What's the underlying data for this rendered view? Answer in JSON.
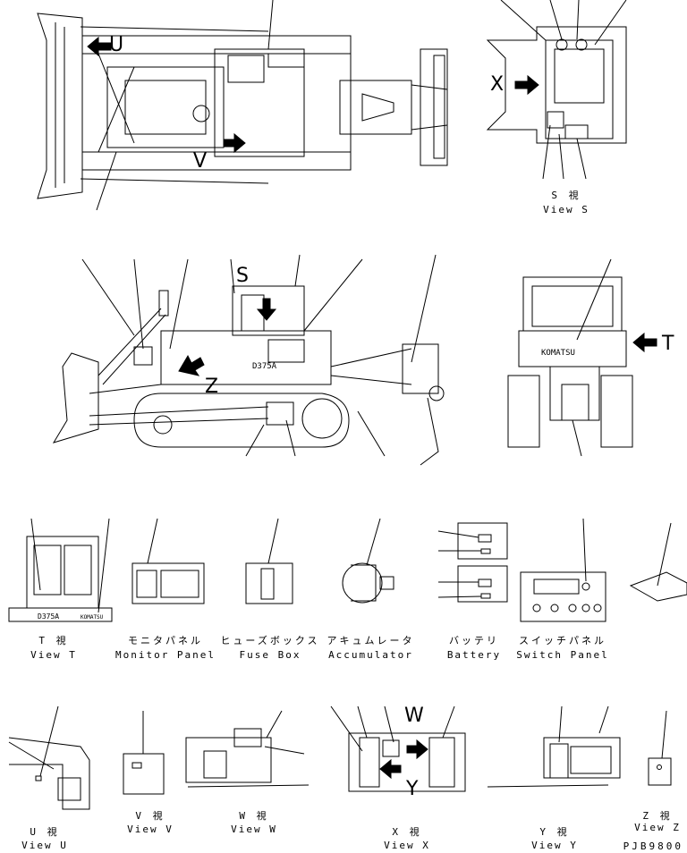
{
  "views": {
    "s": {
      "jp": "S 視",
      "en": "View S"
    },
    "t": {
      "jp": "T 視",
      "en": "View T"
    },
    "u": {
      "jp": "U 視",
      "en": "View U"
    },
    "v": {
      "jp": "V 視",
      "en": "View V"
    },
    "w": {
      "jp": "W 視",
      "en": "View W"
    },
    "x": {
      "jp": "X 視",
      "en": "View X"
    },
    "y": {
      "jp": "Y 視",
      "en": "View Y"
    },
    "z": {
      "jp": "Z 視",
      "en": "View Z"
    }
  },
  "components": {
    "monitor": {
      "jp": "モニタパネル",
      "en": "Monitor Panel"
    },
    "fuse": {
      "jp": "ヒューズボックス",
      "en": "Fuse Box"
    },
    "accumulator": {
      "jp": "アキュムレータ",
      "en": "Accumulator"
    },
    "battery": {
      "jp": "バッテリ",
      "en": "Battery"
    },
    "switch": {
      "jp": "スイッチパネル",
      "en": "Switch Panel"
    }
  },
  "view_letters": {
    "u": "U",
    "v": "V",
    "s": "S",
    "t": "T",
    "z": "Z",
    "x": "X",
    "w": "W",
    "y": "Y"
  },
  "machine_markings": {
    "model": "D375A",
    "brand": "KOMATSU"
  },
  "drawing_code": "PJB9800"
}
